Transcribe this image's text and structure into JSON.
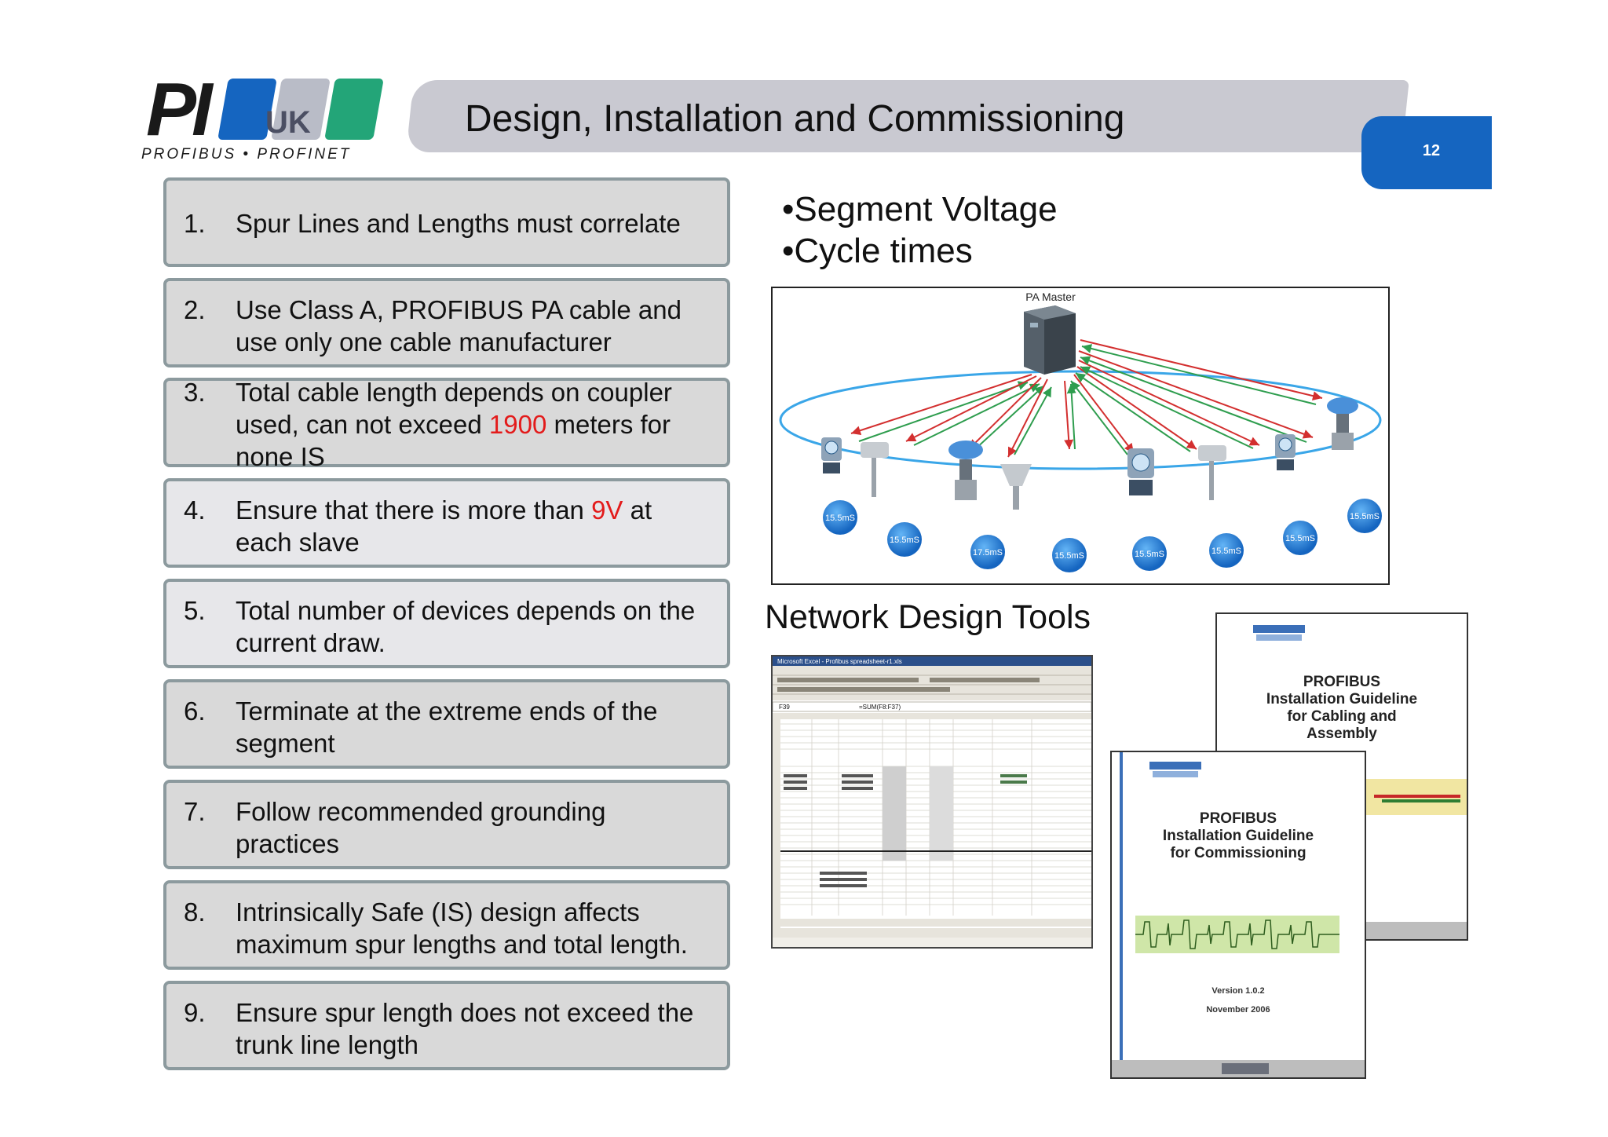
{
  "logo": {
    "mark": "PI",
    "region": "UK",
    "subtitle": "PROFIBUS • PROFINET"
  },
  "header": {
    "title": "Design, Installation and Commissioning",
    "page_number": "12"
  },
  "rules": [
    {
      "num": "1.",
      "lines": [
        "Spur Lines and Lengths must correlate"
      ]
    },
    {
      "num": "2.",
      "lines": [
        "Use Class A, PROFIBUS PA cable and",
        "use only one cable manufacturer"
      ]
    },
    {
      "num": "3.",
      "line1": "Total cable length depends on coupler",
      "line2_pre": "used, can not exceed ",
      "line2_red": "1900",
      "line2_post": " meters for",
      "line3": "none IS"
    },
    {
      "num": "4.",
      "line1_pre": "Ensure that there is more than ",
      "line1_red": "9V",
      "line1_post": " at",
      "line2": "each slave"
    },
    {
      "num": "5.",
      "lines": [
        "Total number of devices depends on the",
        "current draw."
      ]
    },
    {
      "num": "6.",
      "lines": [
        "Terminate at the extreme ends of the",
        "segment"
      ]
    },
    {
      "num": "7.",
      "lines": [
        "Follow recommended grounding",
        "practices"
      ]
    },
    {
      "num": "8.",
      "lines": [
        "Intrinsically Safe (IS) design affects",
        "maximum spur lengths and total length."
      ]
    },
    {
      "num": "9.",
      "lines": [
        "Ensure spur length does not exceed the",
        "trunk line length"
      ]
    }
  ],
  "bullets": [
    "•Segment Voltage",
    "•Cycle times"
  ],
  "diagram": {
    "master_label": "PA Master",
    "cycle_times": [
      "15.5mS",
      "15.5mS",
      "17.5mS",
      "15.5mS",
      "15.5mS",
      "15.5mS",
      "15.5mS",
      "15.5mS"
    ]
  },
  "network_tools": {
    "title": "Network Design Tools",
    "spreadsheet_title": "Microsoft Excel - Profibus spreadsheet-r1.xls",
    "cell_ref": "F39",
    "formula": "=SUM(F8:F37)"
  },
  "docs": {
    "back": {
      "lines": [
        "PROFIBUS",
        "Installation Guideline",
        "for Cabling and",
        "Assembly"
      ]
    },
    "front": {
      "lines": [
        "PROFIBUS",
        "Installation Guideline",
        "for Commissioning"
      ],
      "version": "Version 1.0.2",
      "date": "November 2006"
    }
  },
  "colors": {
    "accent_blue": "#1565c0",
    "accent_green": "#23a578",
    "highlight_red": "#e31b1b",
    "title_bar": "#c9c9d1",
    "box_border": "#8c9a9e"
  }
}
